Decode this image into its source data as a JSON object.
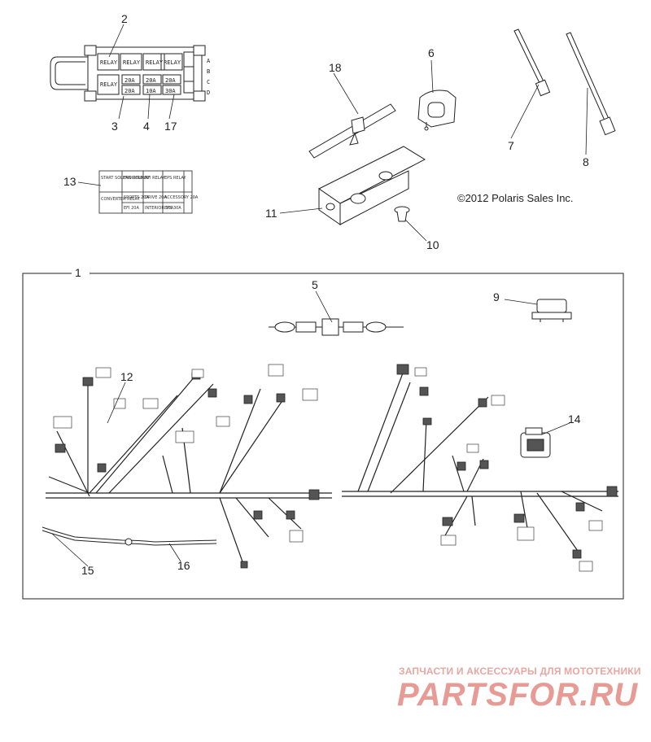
{
  "copyright": "©2012 Polaris Sales Inc.",
  "watermark": {
    "tagline": "ЗАПЧАСТИ И АКСЕССУАРЫ ДЛЯ МОТОТЕХНИКИ",
    "logo": "PARTSFOR.RU"
  },
  "callouts": {
    "c1": "1",
    "c2": "2",
    "c3": "3",
    "c4": "4",
    "c5": "5",
    "c6": "6",
    "c7": "7",
    "c8": "8",
    "c9": "9",
    "c10": "10",
    "c11": "11",
    "c12": "12",
    "c13": "13",
    "c14": "14",
    "c15": "15",
    "c16": "16",
    "c17": "17",
    "c18": "18"
  },
  "fuse_box": {
    "row_labels": [
      "A",
      "B",
      "C",
      "D"
    ],
    "relays": [
      "RELAY",
      "RELAY",
      "RELAY",
      "RELAY",
      "RELAY"
    ],
    "fuses": [
      "20A",
      "20A",
      "20A",
      "20A",
      "10A",
      "30A"
    ]
  },
  "label_13": {
    "headers": [
      "START SOLENOID RELAY",
      "FAN RELAY",
      "EFI RELAY",
      "EPS RELAY"
    ],
    "row1": [
      "CONVERTER RELAY",
      "SPORTS 20A",
      "DRIVE 20A",
      "ACCESSORY 20A"
    ],
    "row2": [
      "",
      "EFI 20A",
      "INTERIOR 10A",
      "EPS 30A"
    ]
  },
  "colors": {
    "line": "#222222",
    "watermark": "#e89a94"
  }
}
